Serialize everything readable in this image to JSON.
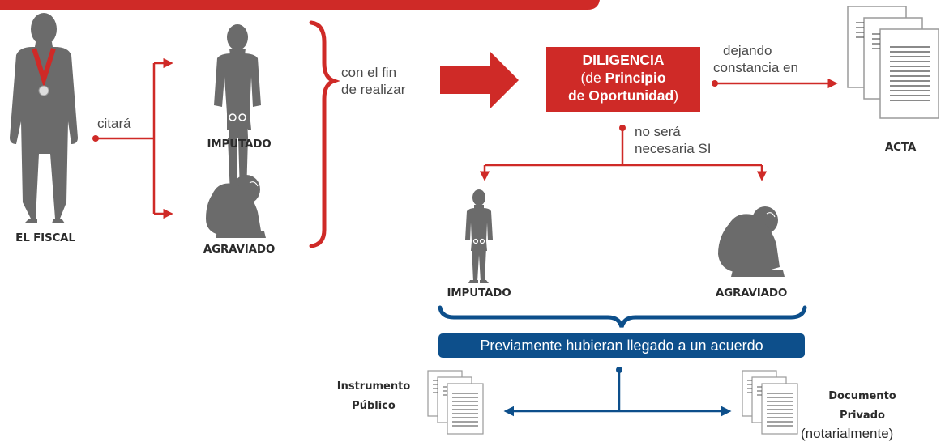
{
  "fiscal_label": "EL FISCAL",
  "citara": "citará",
  "imputado_label": "IMPUTADO",
  "agraviado_label": "AGRAVIADO",
  "con_fin_line1": "con el fin",
  "con_fin_line2": "de realizar",
  "diligencia": {
    "title": "DILIGENCIA",
    "line2_pre": "(de ",
    "line2_bold": "Principio",
    "line3_bold": "de Oportunidad",
    "line3_post": ")"
  },
  "dejando_line1": "dejando",
  "dejando_line2": "constancia en",
  "acta_label": "ACTA",
  "no_sera_line1": "no será",
  "no_sera_line2": "necesaria SI",
  "imputado_label_2": "IMPUTADO",
  "agraviado_label_2": "AGRAVIADO",
  "acuerdo": "Previamente hubieran llegado a un acuerdo",
  "instrumento_line1": "Instrumento",
  "instrumento_line2": "Público",
  "documento_line1": "Documento",
  "documento_line2": "Privado",
  "documento_line3": "(notarialmente)",
  "colors": {
    "red": "#cf2a27",
    "blue": "#0d4f8b",
    "figure": "#6b6b6b",
    "text": "#4a4a4a"
  }
}
